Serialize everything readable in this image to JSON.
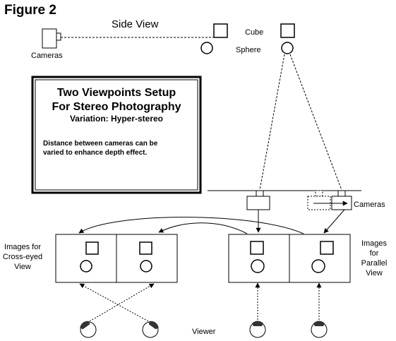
{
  "figure_label": "Figure 2",
  "side_view": {
    "title": "Side View",
    "cameras_label": "Cameras",
    "cube_label": "Cube",
    "sphere_label": "Sphere"
  },
  "info_box": {
    "title_line1": "Two Viewpoints Setup",
    "title_line2": "For Stereo Photography",
    "subtitle": "Variation: Hyper-stereo",
    "body_line1": "Distance between cameras can be",
    "body_line2": "varied to enhance depth effect."
  },
  "rail": {
    "cameras_label": "Cameras"
  },
  "views": {
    "cross_label_line1": "Images for",
    "cross_label_line2": "Cross-eyed",
    "cross_label_line3": "View",
    "parallel_label_line1": "Images",
    "parallel_label_line2": "for",
    "parallel_label_line3": "Parallel",
    "parallel_label_line4": "View"
  },
  "viewer_label": "Viewer"
}
